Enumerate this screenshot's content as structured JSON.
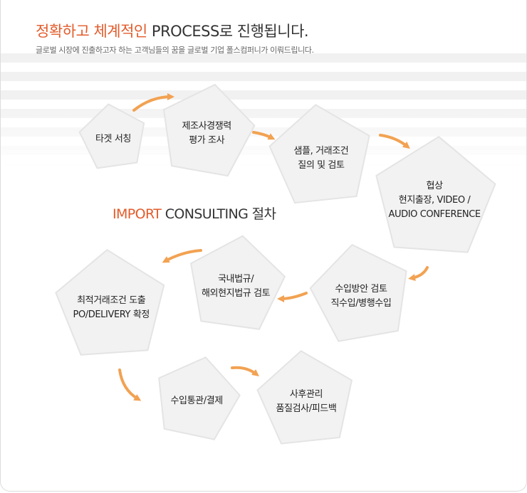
{
  "header": {
    "title_accent": "정확하고 체계적인",
    "title_rest": " PROCESS로 진행됩니다.",
    "subtitle": "글로벌 시장에 진출하고자 하는 고객님들의 꿈을 글로벌 기업 폴스컴퍼니가 이뤄드립니다."
  },
  "center": {
    "accent": "IMPORT",
    "rest": " CONSULTING 절차"
  },
  "steps": [
    {
      "lines": [
        "타겟 서칭"
      ]
    },
    {
      "lines": [
        "제조사경쟁력",
        "평가 조사"
      ]
    },
    {
      "lines": [
        "샘플, 거래조건",
        "질의 및 검토"
      ]
    },
    {
      "lines": [
        "협상",
        "현지출장, VIDEO /",
        "AUDIO CONFERENCE"
      ]
    },
    {
      "lines": [
        "수입방안 검토",
        "직수입/병행수입"
      ]
    },
    {
      "lines": [
        "국내법규/",
        "해외현지법규 검토"
      ]
    },
    {
      "lines": [
        "최적거래조건 도출",
        "PO/DELIVERY 확정"
      ]
    },
    {
      "lines": [
        "수입통관/결제"
      ]
    },
    {
      "lines": [
        "사후관리",
        "품질검사/피드백"
      ]
    }
  ],
  "colors": {
    "accent": "#e35b2a",
    "arrow": "#f2a252",
    "pentagon_fill": "#f2f2f2",
    "pentagon_stroke": "#e4e4e4"
  }
}
